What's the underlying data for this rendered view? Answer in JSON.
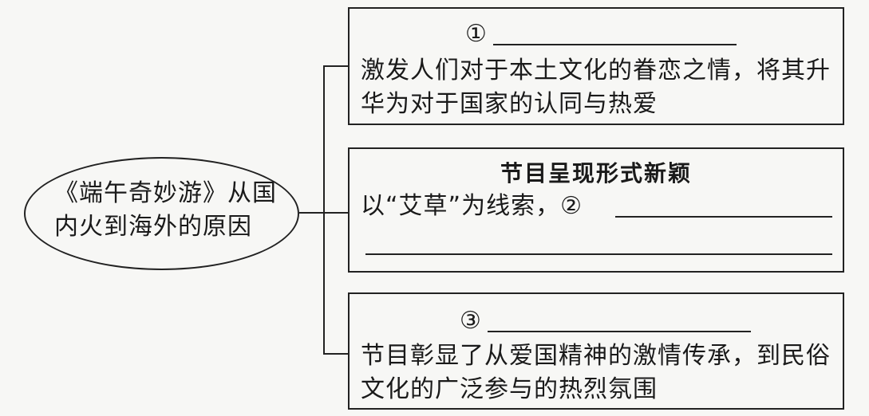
{
  "center": {
    "line1": "《端午奇妙游》从国",
    "line2": "内火到海外的原因"
  },
  "box1": {
    "marker": "①",
    "line1": "激发人们对于本土文化的眷恋之情，将其升",
    "line2": "华为对于国家的认同与热爱"
  },
  "box2": {
    "heading": "节目呈现形式新颖",
    "line1": "以“艾草”为线索，②"
  },
  "box3": {
    "marker": "③",
    "line1": "节目彰显了从爱国精神的激情传承，到民俗",
    "line2": "文化的广泛参与的热烈氛围"
  }
}
